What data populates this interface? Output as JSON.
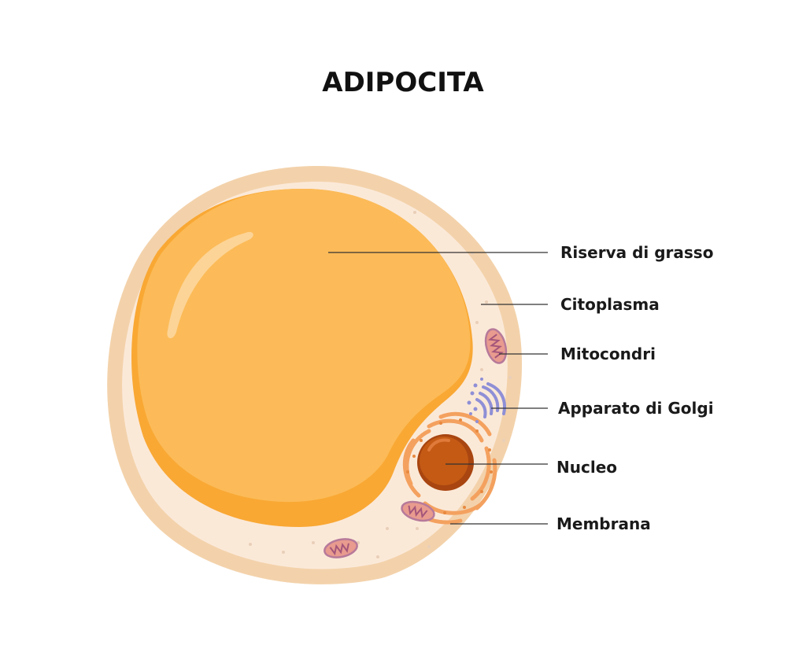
{
  "title": "ADIPOCITA",
  "labels": {
    "fat_reserve": "Riserva di grasso",
    "cytoplasm": "Citoplasma",
    "mitochondria": "Mitocondri",
    "golgi": "Apparato di Golgi",
    "nucleus": "Nucleo",
    "membrane": "Membrana"
  },
  "colors": {
    "membrane": "#f3d2ab",
    "cytoplasm": "#fbe9d8",
    "fat_light": "#fcbb58",
    "fat_dark": "#f9a834",
    "nucleus": "#c45a14",
    "nucleus_ring": "#a84510",
    "er": "#f4a15f",
    "mitochondria": "#e89b8e",
    "golgi": "#8f8fd6"
  }
}
